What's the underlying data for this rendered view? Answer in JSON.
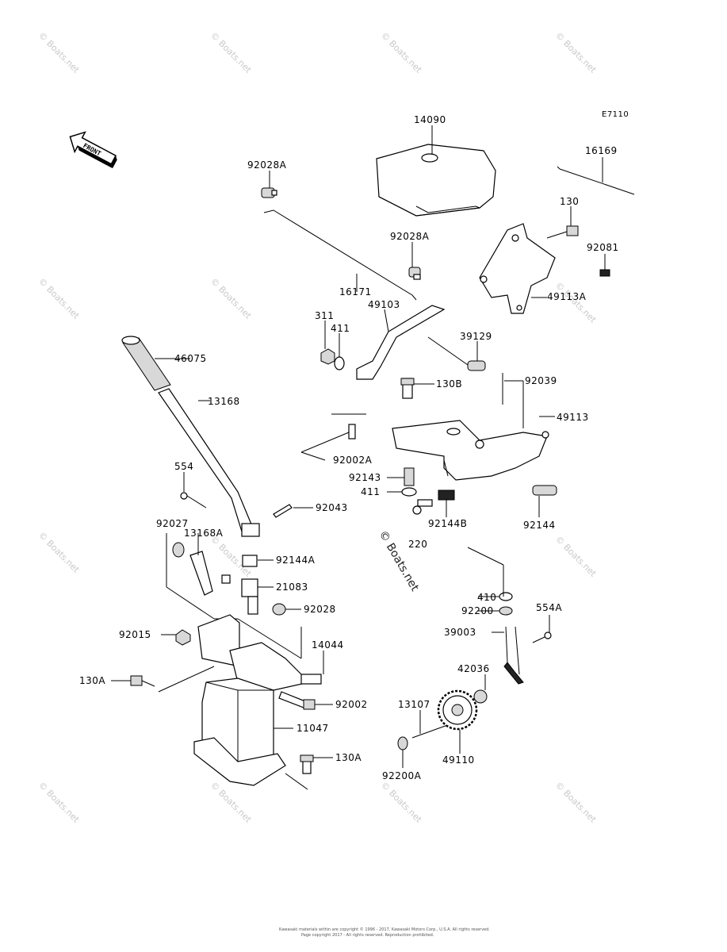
{
  "diagram": {
    "ref_code": "E7110",
    "front_label": "FRONT",
    "watermark_text": "© Boats.net",
    "copyright_line1": "Kawasaki materials within are copyright © 1996 - 2017, Kawasaki Motors Corp., U.S.A. All rights reserved.",
    "copyright_line2": "Page copyright 2017 - All rights reserved. Reproduction prohibited."
  },
  "callouts": {
    "c14090": "14090",
    "c16169": "16169",
    "c92028A_1": "92028A",
    "c130": "130",
    "c92028A_2": "92028A",
    "c92081": "92081",
    "c16171": "16171",
    "c49113A": "49113A",
    "c49103": "49103",
    "c311": "311",
    "c411_1": "411",
    "c39129": "39129",
    "c46075": "46075",
    "c130B": "130B",
    "c92039": "92039",
    "c13168": "13168",
    "c49113": "49113",
    "c92002A": "92002A",
    "c554": "554",
    "c92143": "92143",
    "c411_2": "411",
    "c92043": "92043",
    "c92144B": "92144B",
    "c92144": "92144",
    "c92027": "92027",
    "c13168A": "13168A",
    "c220": "220",
    "c92144A": "92144A",
    "c21083": "21083",
    "c410": "410",
    "c92200": "92200",
    "c554A": "554A",
    "c92028": "92028",
    "c39003": "39003",
    "c92015": "92015",
    "c14044": "14044",
    "c42036": "42036",
    "c130A_1": "130A",
    "c92002": "92002",
    "c13107": "13107",
    "c11047": "11047",
    "c130A_2": "130A",
    "c49110": "49110",
    "c92200A": "92200A"
  }
}
